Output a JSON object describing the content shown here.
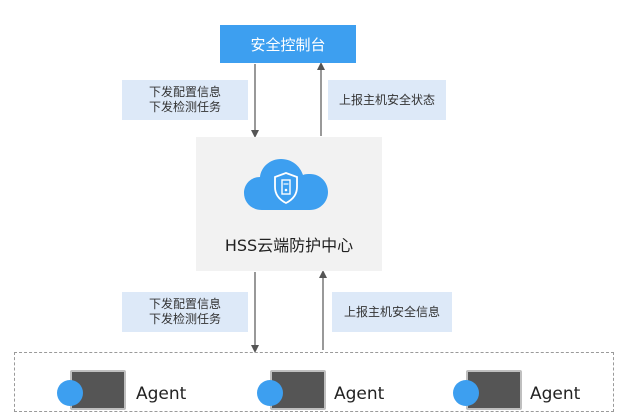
{
  "console": {
    "label": "安全控制台"
  },
  "hss_center": {
    "label": "HSS云端防护中心",
    "icon": "cloud-shield-icon"
  },
  "flows": {
    "console_to_hss": {
      "line1": "下发配置信息",
      "line2": "下发检测任务"
    },
    "hss_to_console": {
      "line1": "上报主机安全状态"
    },
    "hss_to_agents": {
      "line1": "下发配置信息",
      "line2": "下发检测任务"
    },
    "agents_to_hss": {
      "line1": "上报主机安全信息"
    }
  },
  "agents": [
    {
      "label": "Agent",
      "icon": "server-monitor-icon"
    },
    {
      "label": "Agent",
      "icon": "server-monitor-icon"
    },
    {
      "label": "Agent",
      "icon": "server-monitor-icon"
    }
  ],
  "colors": {
    "accent": "#3d9ff0",
    "label_bg": "#dde9f8",
    "center_bg": "#f2f2f2",
    "arrow": "#555555"
  }
}
